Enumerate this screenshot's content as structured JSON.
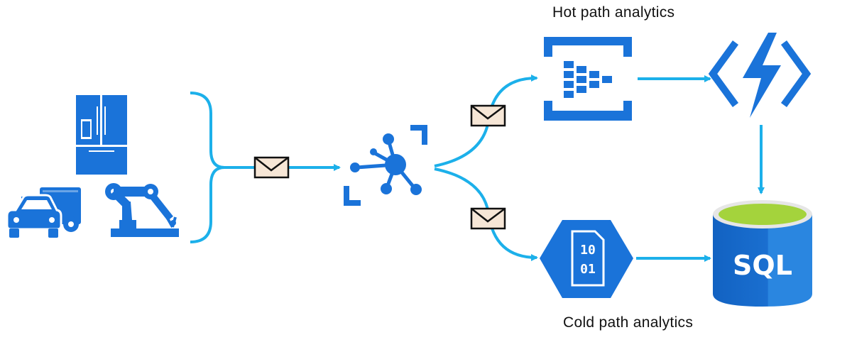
{
  "labels": {
    "hot_path": "Hot path analytics",
    "cold_path": "Cold path analytics"
  },
  "storage": {
    "sql_label": "SQL",
    "binary_top": "10",
    "binary_bottom": "01"
  },
  "colors": {
    "icon_blue": "#1a73d9",
    "flow_cyan": "#1cb0ea",
    "envelope_fill": "#f6e6d6",
    "sql_top": "#a4d33c",
    "sql_body": "#1564c0"
  },
  "icons": [
    "refrigerator-icon",
    "truck-icon",
    "car-icon",
    "robot-arm-icon",
    "message-envelope-icon",
    "iot-hub-icon",
    "event-hub-icon",
    "azure-function-icon",
    "data-lake-storage-icon",
    "sql-database-icon"
  ]
}
